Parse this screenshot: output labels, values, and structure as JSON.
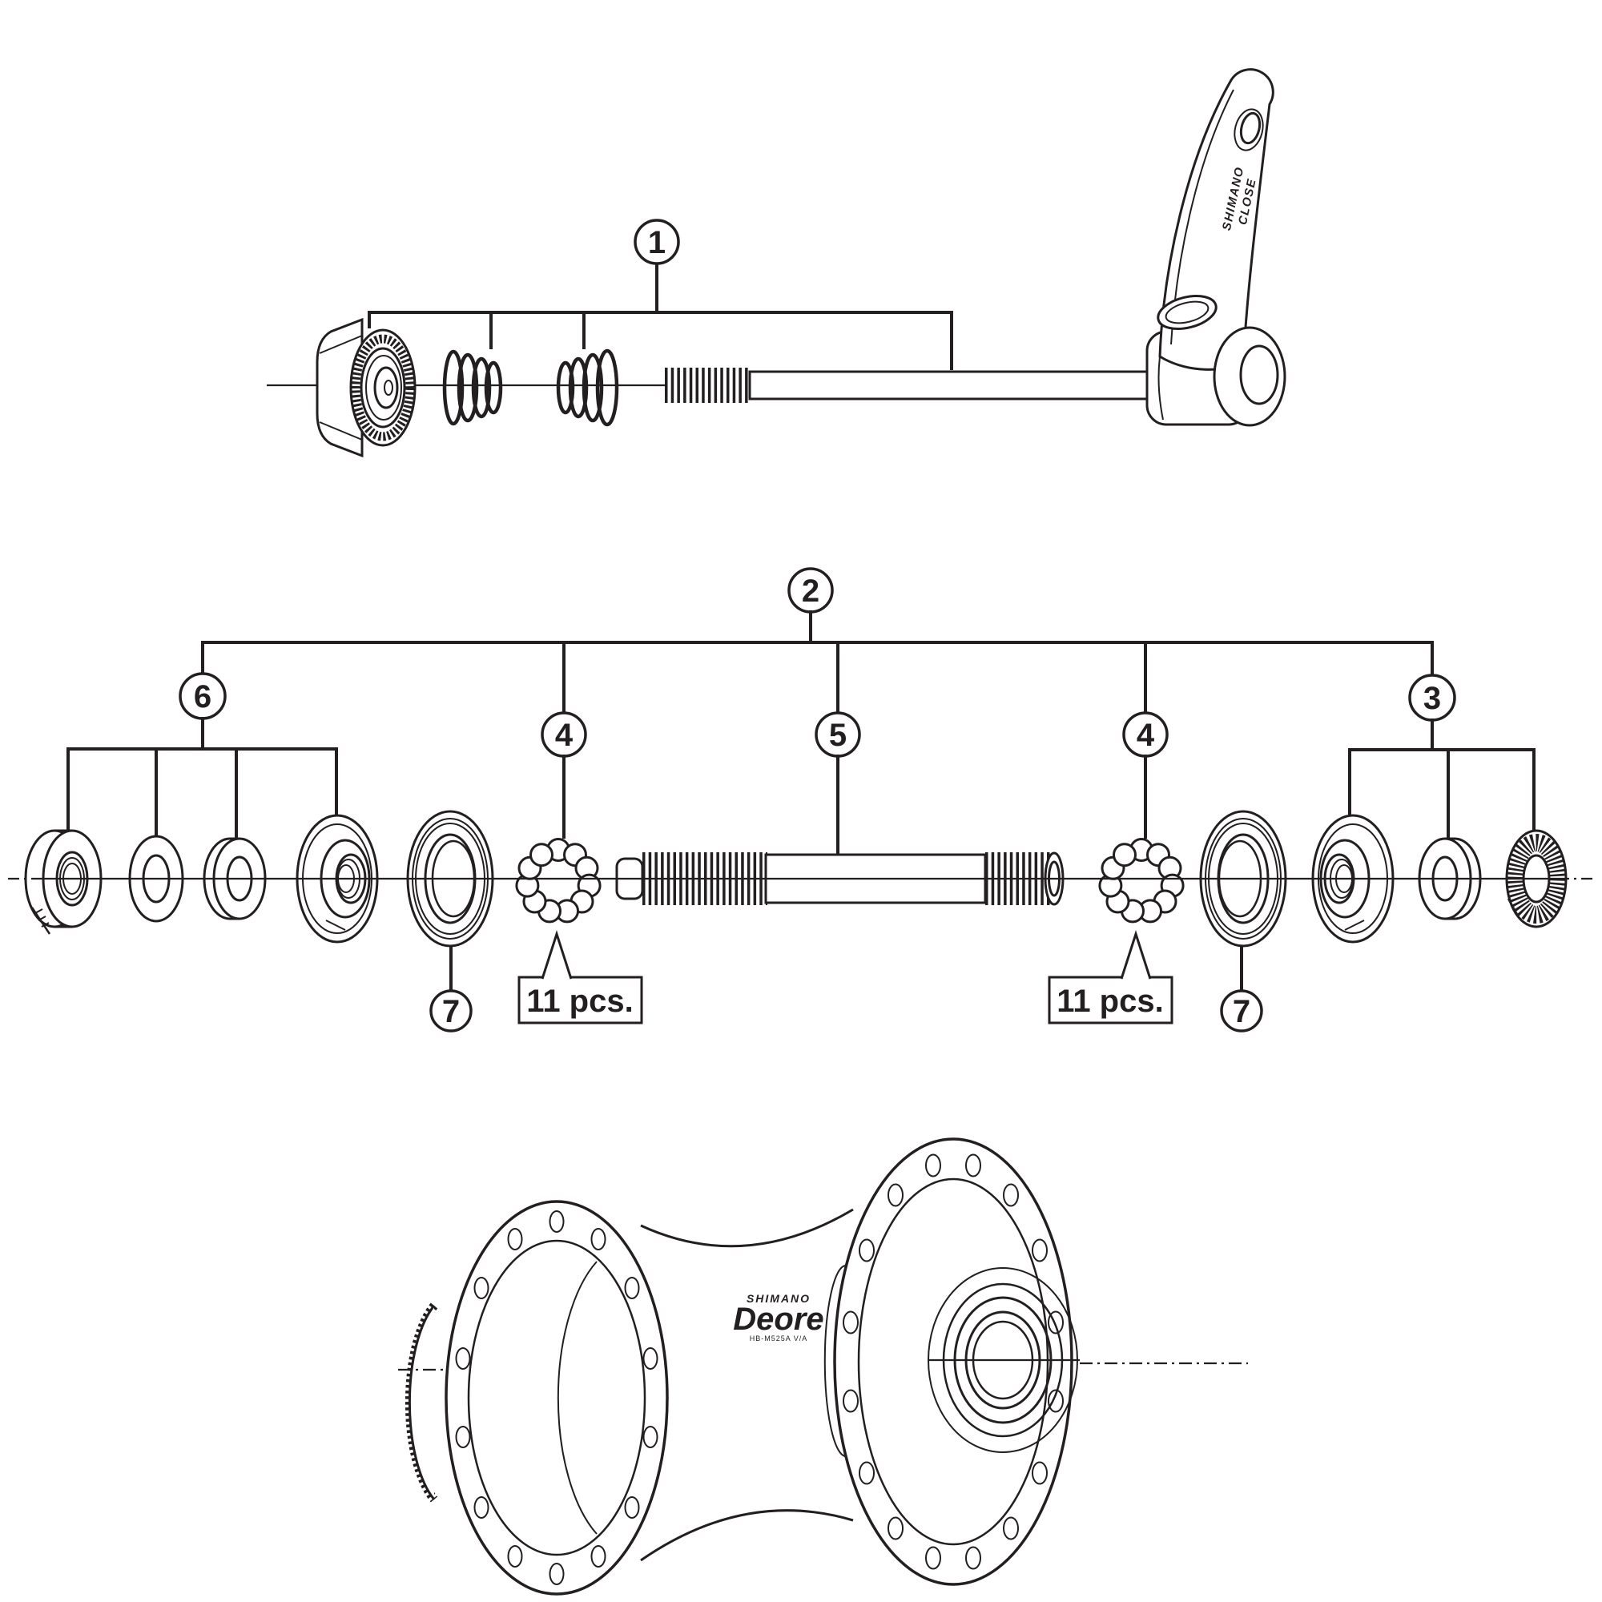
{
  "colors": {
    "line": "#231f20",
    "background": "#ffffff"
  },
  "callouts": {
    "c1": "1",
    "c2": "2",
    "c3": "3",
    "c4": "4",
    "c5": "5",
    "c6": "6",
    "c7": "7"
  },
  "quantities": {
    "left_bearing": "11 pcs.",
    "right_bearing": "11 pcs."
  },
  "lever": {
    "brand": "SHIMANO",
    "label": "CLOSE"
  },
  "hub": {
    "brand": "SHIMANO",
    "model": "Deore",
    "code": "HB-M525A V/A"
  }
}
